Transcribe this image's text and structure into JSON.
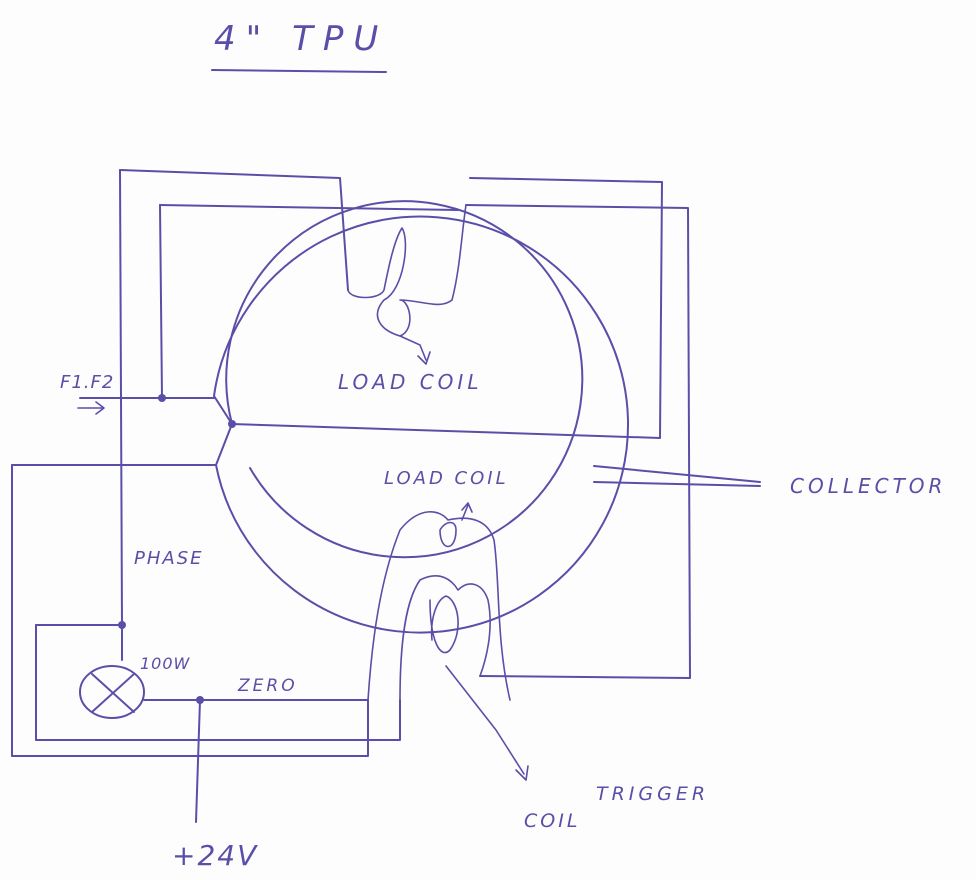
{
  "diagram": {
    "title": "4\" TPU",
    "labels": {
      "load_coil_top": "LOAD COIL",
      "load_coil_bottom": "LOAD COIL",
      "f1f2": "F1.F2",
      "collector": "COLLECTOR",
      "phase": "PHASE",
      "power_100w": "100W",
      "zero": "ZERO",
      "trigger": "TRIGGER",
      "coil": "COIL",
      "supply_24v": "+24V"
    },
    "ink_color": "#5a4fa8"
  }
}
